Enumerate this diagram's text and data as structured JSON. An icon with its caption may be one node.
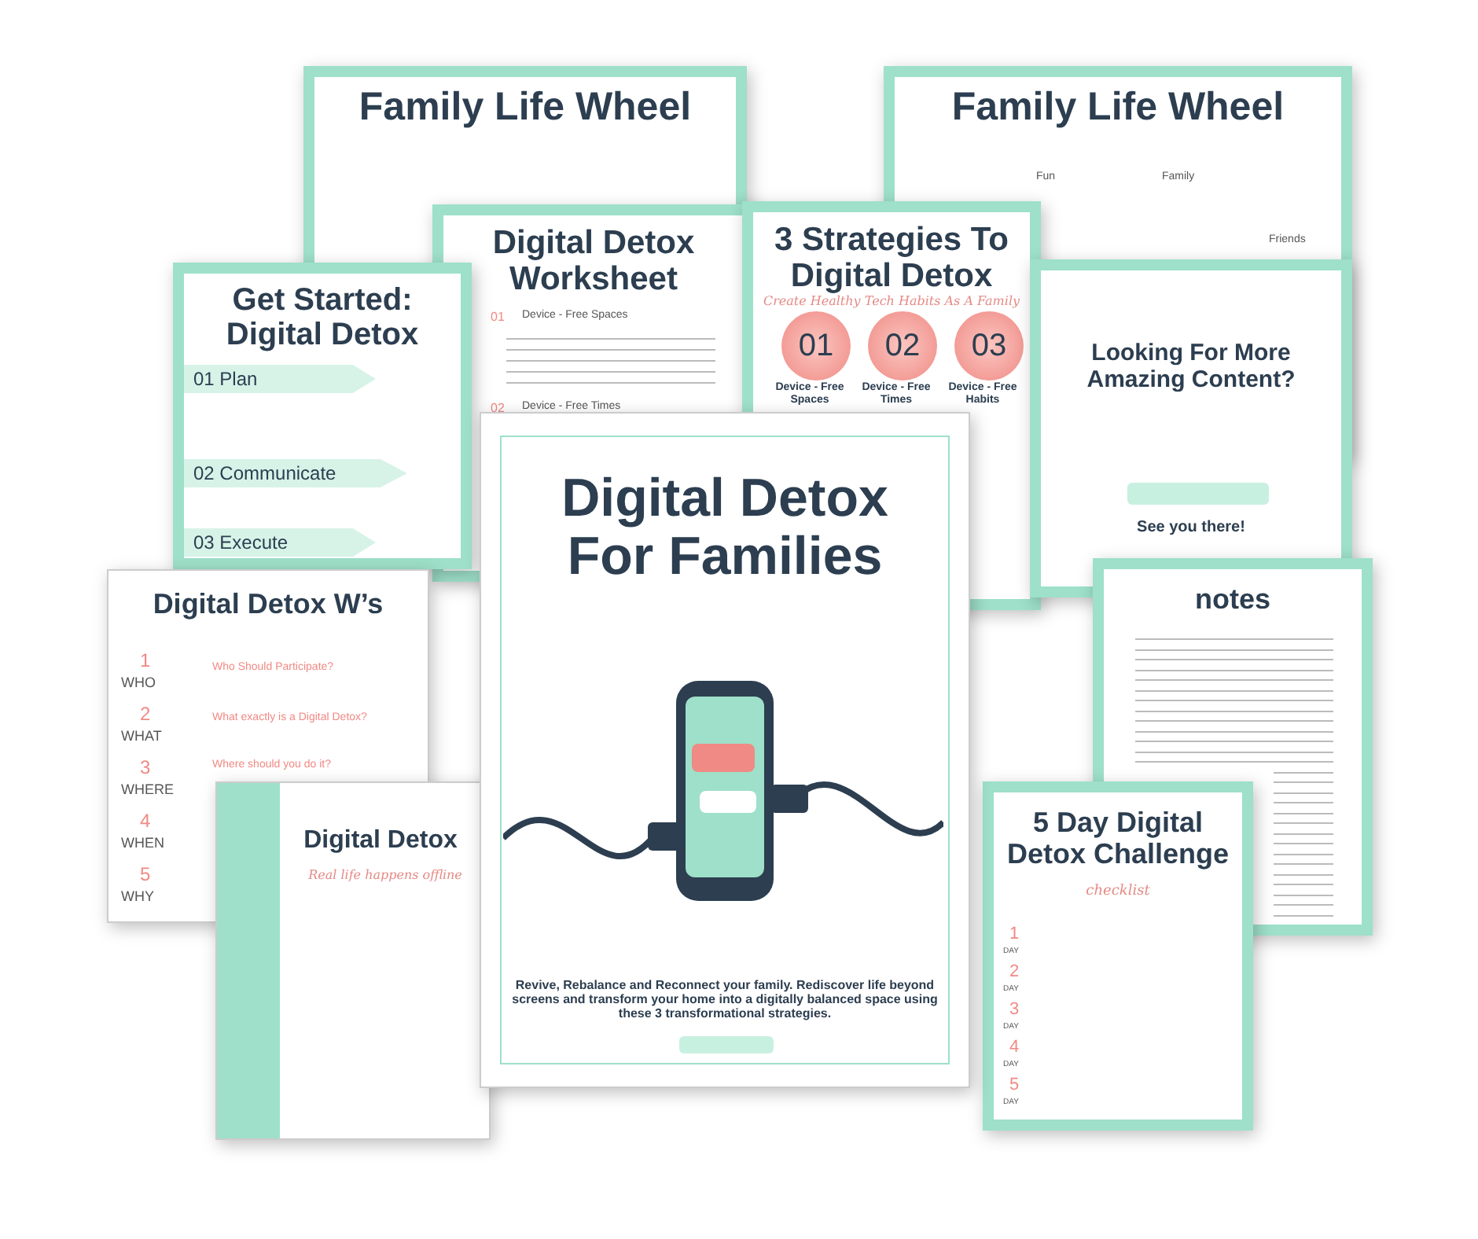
{
  "diagram": {
    "nodes": [
      {
        "text": [],
        "shape": "box"
      },
      {
        "text": [],
        "shape": "box"
      }
    ],
    "labels": [
      "Family Life Wheel",
      "Family Life Wheel",
      "Fun",
      "Family",
      "Friends",
      "Digital Detox Worksheet",
      "01",
      "Device - Free Spaces",
      "02",
      "Device - Free Times",
      "3 Strategies To Digital Detox",
      "Create Healthy Tech Habits As A Family",
      "01",
      "02",
      "03",
      "Device - Free Spaces",
      "Device - Free Times",
      "Device - Free Habits",
      "Get Started: Digital Detox",
      "01 Plan",
      "02 Communicate",
      "03 Execute",
      "Looking For More Amazing Content?",
      "See you there!",
      "notes",
      "Digital Detox W’s",
      "1",
      "Who Should Participate?",
      "WHO",
      "2",
      "What exactly is a Digital Detox?",
      "WHAT",
      "3",
      "Where should you do it?",
      "WHERE",
      "4",
      "WHEN",
      "5",
      "WHY",
      "Digital Detox For Families",
      "Revive, Rebalance and Reconnect your family. Rediscover life beyond screens and transform your home into a digitally balanced space using these 3 transformational strategies.",
      "Digital Detox",
      "Real life happens offline",
      "5 Day Digital Detox Challenge",
      "checklist",
      "1",
      "DAY",
      "2",
      "DAY",
      "3",
      "DAY",
      "4",
      "DAY",
      "5",
      "DAY"
    ]
  }
}
